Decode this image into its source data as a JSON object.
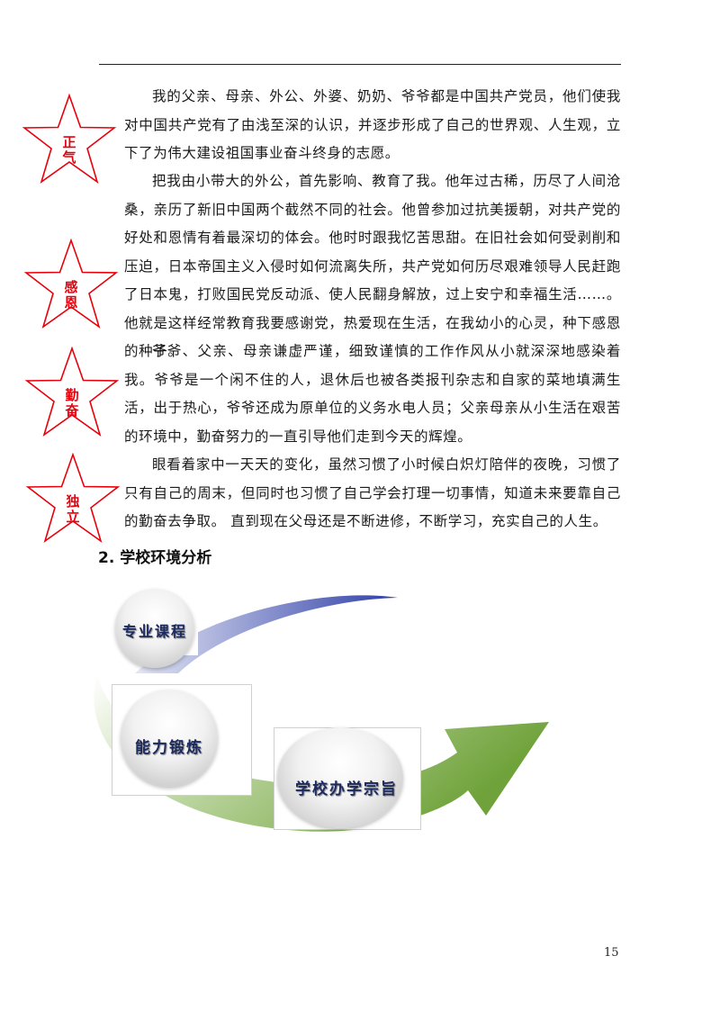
{
  "paragraphs": [
    "我的父亲、母亲、外公、外婆、奶奶、爷爷都是中国共产党员，他们使我对中国共产党有了由浅至深的认识，并逐步形成了自己的世界观、人生观，立下了为伟大建设祖国事业奋斗终身的志愿。",
    "把我由小带大的外公，首先影响、教育了我。他年过古稀，历尽了人间沧桑，亲历了新旧中国两个截然不同的社会。他曾参加过抗美援朝，对共产党的好处和恩情有着最深切的体会。他时时跟我忆苦思甜。在旧社会如何受剥削和压迫，日本帝国主义入侵时如何流离失所，共产党如何历尽艰难领导人民赶跑了日本鬼，打败国民党反动派、使人民翻身解放，过上安宁和幸福生活……。他就是这样经常教育我要感谢党，热爱现在生活，在我幼小的心灵，种下感恩的种子。",
    "爷爷、父亲、母亲谦虚严谨，细致谨慎的工作作风从小就深深地感染着我。爷爷是一个闲不住的人，退休后也被各类报刊杂志和自家的菜地填满生活，出于热心，爷爷还成为原单位的义务水电人员；父亲母亲从小生活在艰苦的环境中，勤奋努力的一直引导他们走到今天的辉煌。",
    "眼看着家中一天天的变化，虽然习惯了小时候白炽灯陪伴的夜晚，习惯了只有自己的周末，但同时也习惯了自己学会打理一切事情，知道未来要靠自己的勤奋去争取。  直到现在父母还是不断进修，不断学习，充实自己的人生。"
  ],
  "stars": [
    {
      "line1": "正",
      "line2": "气"
    },
    {
      "line1": "感",
      "line2": "恩"
    },
    {
      "line1": "勤",
      "line2": "奋"
    },
    {
      "line1": "独",
      "line2": "立"
    }
  ],
  "section_title": "2. 学校环境分析",
  "diagram": {
    "nodes": [
      "专业课程",
      "能力锻炼",
      "学校办学宗旨"
    ]
  },
  "colors": {
    "star_outline": "#e8000b",
    "star_text": "#e8000b",
    "arrow_green": "#7fae49",
    "arrow_blue": "#3f4fb0",
    "node_text": "#1c2a5e"
  },
  "page_number": "15"
}
